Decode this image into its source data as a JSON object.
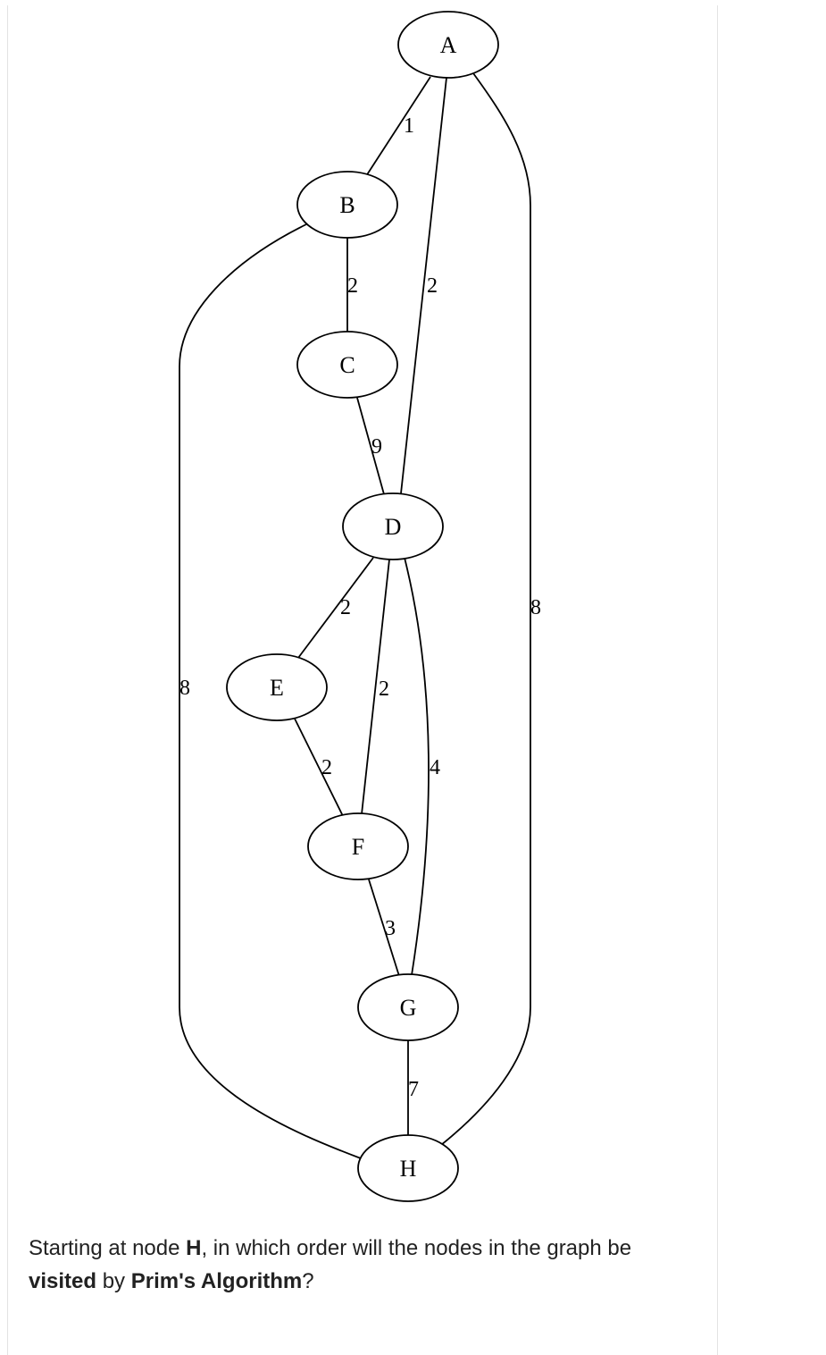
{
  "graph": {
    "nodes": [
      {
        "id": "A",
        "label": "A"
      },
      {
        "id": "B",
        "label": "B"
      },
      {
        "id": "C",
        "label": "C"
      },
      {
        "id": "D",
        "label": "D"
      },
      {
        "id": "E",
        "label": "E"
      },
      {
        "id": "F",
        "label": "F"
      },
      {
        "id": "G",
        "label": "G"
      },
      {
        "id": "H",
        "label": "H"
      }
    ],
    "edges": [
      {
        "from": "A",
        "to": "B",
        "weight": "1"
      },
      {
        "from": "A",
        "to": "D",
        "weight": "2"
      },
      {
        "from": "A",
        "to": "H",
        "weight": "8"
      },
      {
        "from": "B",
        "to": "C",
        "weight": "2"
      },
      {
        "from": "B",
        "to": "H",
        "weight": "8"
      },
      {
        "from": "C",
        "to": "D",
        "weight": "9"
      },
      {
        "from": "D",
        "to": "E",
        "weight": "2"
      },
      {
        "from": "D",
        "to": "F",
        "weight": "2"
      },
      {
        "from": "D",
        "to": "G",
        "weight": "4"
      },
      {
        "from": "E",
        "to": "F",
        "weight": "2"
      },
      {
        "from": "F",
        "to": "G",
        "weight": "3"
      },
      {
        "from": "G",
        "to": "H",
        "weight": "7"
      }
    ]
  },
  "question": {
    "part1": "Starting at node ",
    "start_node": "H",
    "part2": ", in which order will the nodes in the graph be ",
    "bold_visited": "visited",
    "part3": " by ",
    "bold_algorithm": "Prim's Algorithm",
    "part4": "?"
  }
}
